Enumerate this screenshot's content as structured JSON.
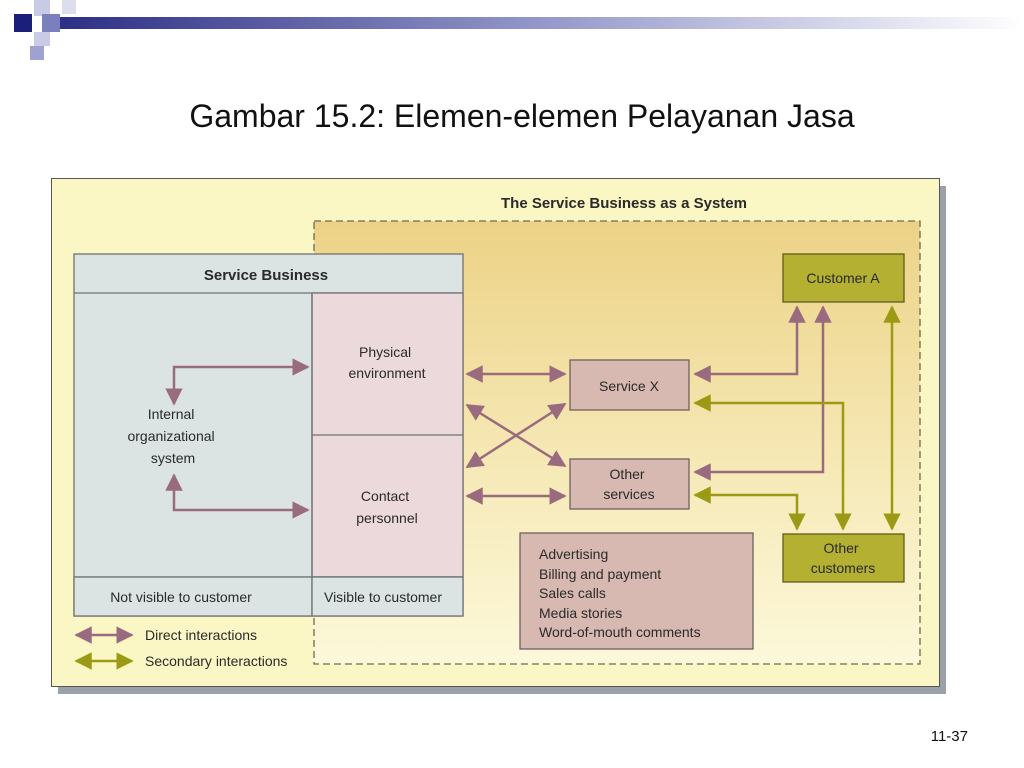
{
  "slide": {
    "title": "Gambar 15.2: Elemen-elemen Pelayanan Jasa",
    "page_number": "11-37"
  },
  "figure": {
    "system_title": "The Service Business as a System",
    "service_business_title": "Service Business",
    "internal_system": [
      "Internal",
      "organizational",
      "system"
    ],
    "physical_environment": [
      "Physical",
      "environment"
    ],
    "contact_personnel": [
      "Contact",
      "personnel"
    ],
    "not_visible": "Not visible to customer",
    "visible": "Visible to customer",
    "service_x": "Service X",
    "other_services": [
      "Other",
      "services"
    ],
    "customer_a": "Customer A",
    "other_customers": [
      "Other",
      "customers"
    ],
    "other_touchpoints": [
      "Advertising",
      "Billing and payment",
      "Sales calls",
      "Media stories",
      "Word-of-mouth comments"
    ],
    "legend": {
      "direct": "Direct interactions",
      "secondary": "Secondary interactions"
    }
  },
  "colors": {
    "direct_arrow": "#9a6b7e",
    "secondary_arrow": "#9c9a14",
    "customer_box": "#b4b032",
    "service_box": "#d7b9b1",
    "hidden_area": "#dbe4e2",
    "visible_area": "#ecd9dc",
    "figure_background": "#fbf7c4"
  }
}
